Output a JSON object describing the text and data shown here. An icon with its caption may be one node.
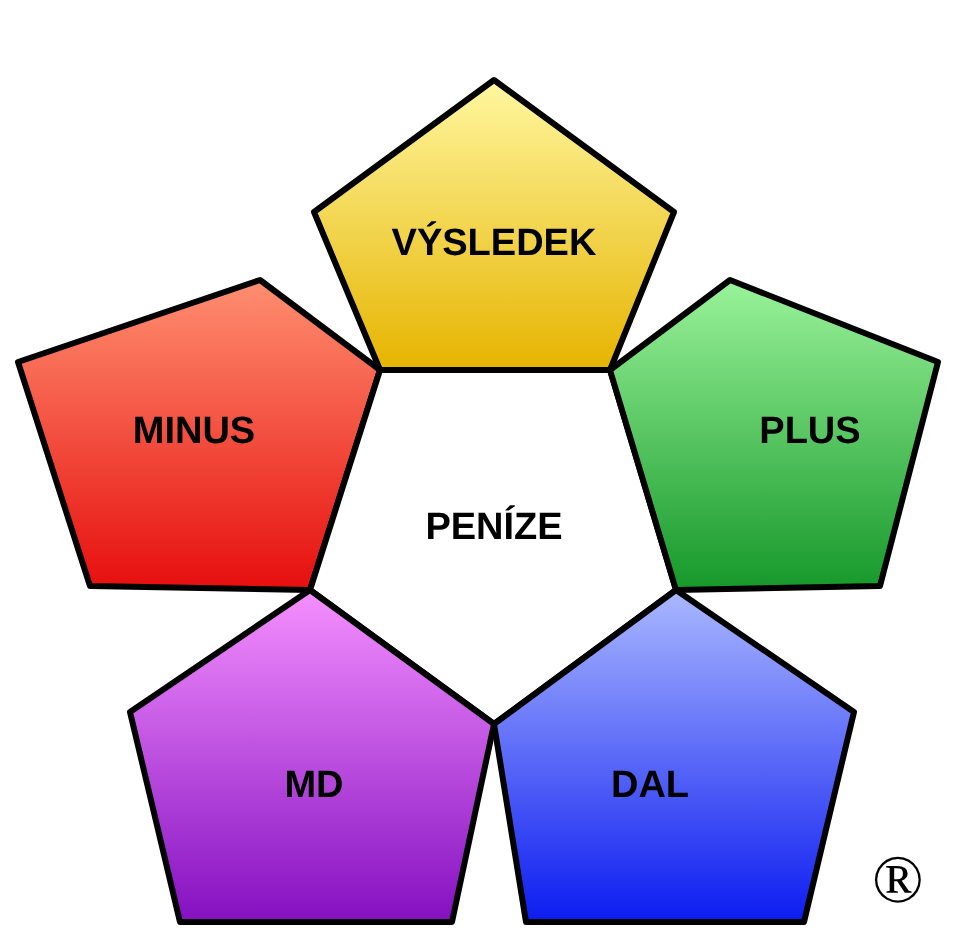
{
  "diagram": {
    "nodes": [
      {
        "text": [
          "VÝSLEDEK"
        ]
      },
      {
        "text": [
          "MINUS"
        ]
      },
      {
        "text": [
          "PENÍZE"
        ]
      },
      {
        "text": [
          "PLUS"
        ]
      },
      {
        "text": [
          "MD"
        ]
      },
      {
        "text": [
          "DAL"
        ]
      }
    ],
    "labels": [
      "®"
    ]
  }
}
